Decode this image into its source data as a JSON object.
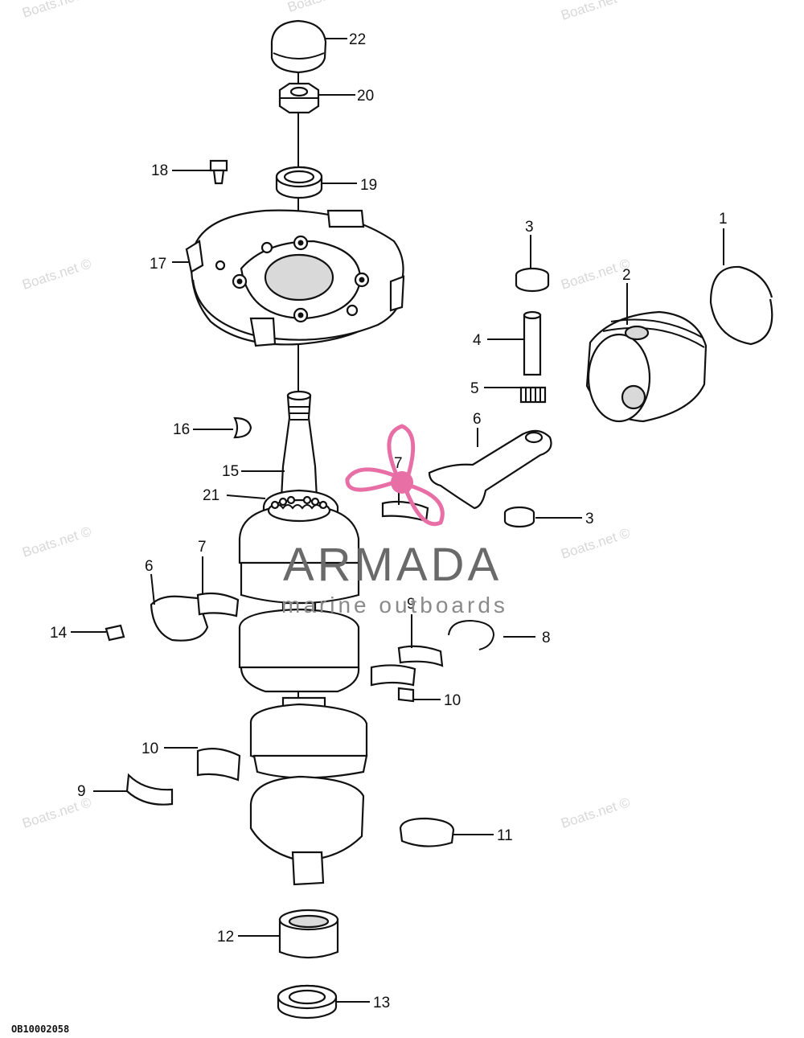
{
  "drawing_code": "OB10002058",
  "watermark_text": "Boats.net ©",
  "brand": {
    "name": "ARMADA",
    "tagline": "marine outboards",
    "colors": {
      "propeller": "#e86fa6",
      "text": "#6a6a6a"
    }
  },
  "callouts": {
    "c1": "1",
    "c2": "2",
    "c3a": "3",
    "c3b": "3",
    "c4": "4",
    "c5": "5",
    "c6a": "6",
    "c6b": "6",
    "c7a": "7",
    "c7b": "7",
    "c8": "8",
    "c9a": "9",
    "c9b": "9",
    "c10a": "10",
    "c10b": "10",
    "c11": "11",
    "c12": "12",
    "c13": "13",
    "c14": "14",
    "c15": "15",
    "c16": "16",
    "c17": "17",
    "c18": "18",
    "c19": "19",
    "c20": "20",
    "c21": "21",
    "c22": "22"
  }
}
